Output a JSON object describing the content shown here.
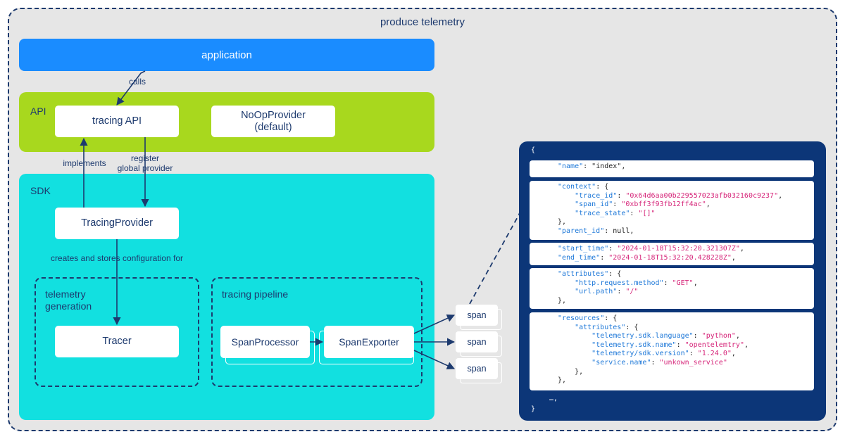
{
  "outer_title": "produce telemetry",
  "application_label": "application",
  "api": {
    "label": "API",
    "tracing_api": "tracing API",
    "noop_line1": "NoOpProvider",
    "noop_line2": "(default)"
  },
  "edges": {
    "calls": "calls",
    "implements": "implements",
    "register_line1": "register",
    "register_line2": "global provider",
    "creates": "creates and stores configuration for"
  },
  "sdk": {
    "label": "SDK",
    "tracing_provider": "TracingProvider",
    "telemetry_generation_line1": "telemetry",
    "telemetry_generation_line2": "generation",
    "tracer": "Tracer",
    "tracing_pipeline": "tracing pipeline",
    "span_processor": "SpanProcessor",
    "span_exporter": "SpanExporter"
  },
  "spans": [
    "span",
    "span",
    "span"
  ],
  "json": {
    "open_brace": "{",
    "close_brace": "}",
    "ellipsis": "…,",
    "colors": {
      "key": "#1e78d8",
      "string": "#d6267a",
      "panel": "#0c3678"
    },
    "cards": [
      {
        "lines": [
          [
            [
              "k",
              "\"name\""
            ],
            [
              "p",
              ": "
            ],
            [
              "p",
              "\"index\""
            ],
            [
              "p",
              ","
            ]
          ]
        ]
      },
      {
        "lines": [
          [
            [
              "k",
              "\"context\""
            ],
            [
              "p",
              ": {"
            ]
          ],
          [
            [
              "p",
              "    "
            ],
            [
              "k",
              "\"trace_id\""
            ],
            [
              "p",
              ": "
            ],
            [
              "s",
              "\"0x64d6aa00b229557023afb032160c9237\""
            ],
            [
              "p",
              ","
            ]
          ],
          [
            [
              "p",
              "    "
            ],
            [
              "k",
              "\"span_id\""
            ],
            [
              "p",
              ": "
            ],
            [
              "s",
              "\"0xbff3f93fb12ff4ac\""
            ],
            [
              "p",
              ","
            ]
          ],
          [
            [
              "p",
              "    "
            ],
            [
              "k",
              "\"trace_state\""
            ],
            [
              "p",
              ": "
            ],
            [
              "s",
              "\"[]\""
            ]
          ],
          [
            [
              "p",
              "},"
            ]
          ],
          [
            [
              "k",
              "\"parent_id\""
            ],
            [
              "p",
              ": null,"
            ]
          ]
        ]
      },
      {
        "lines": [
          [
            [
              "k",
              "\"start_time\""
            ],
            [
              "p",
              ": "
            ],
            [
              "s",
              "\"2024-01-18T15:32:20.321307Z\""
            ],
            [
              "p",
              ","
            ]
          ],
          [
            [
              "k",
              "\"end_time\""
            ],
            [
              "p",
              ": "
            ],
            [
              "s",
              "\"2024-01-18T15:32:20.428228Z\""
            ],
            [
              "p",
              ","
            ]
          ]
        ]
      },
      {
        "lines": [
          [
            [
              "k",
              "\"attributes\""
            ],
            [
              "p",
              ": {"
            ]
          ],
          [
            [
              "p",
              "    "
            ],
            [
              "k",
              "\"http.request.method\""
            ],
            [
              "p",
              ": "
            ],
            [
              "s",
              "\"GET\""
            ],
            [
              "p",
              ","
            ]
          ],
          [
            [
              "p",
              "    "
            ],
            [
              "k",
              "\"url.path\""
            ],
            [
              "p",
              ": "
            ],
            [
              "s",
              "\"/\""
            ]
          ],
          [
            [
              "p",
              "},"
            ]
          ]
        ]
      },
      {
        "lines": [
          [
            [
              "k",
              "\"resources\""
            ],
            [
              "p",
              ": {"
            ]
          ],
          [
            [
              "p",
              "    "
            ],
            [
              "k",
              "\"attributes\""
            ],
            [
              "p",
              ": {"
            ]
          ],
          [
            [
              "p",
              "        "
            ],
            [
              "k",
              "\"telemetry.sdk.language\""
            ],
            [
              "p",
              ": "
            ],
            [
              "s",
              "\"python\""
            ],
            [
              "p",
              ","
            ]
          ],
          [
            [
              "p",
              "        "
            ],
            [
              "k",
              "\"telemetry.sdk.name\""
            ],
            [
              "p",
              ": "
            ],
            [
              "s",
              "\"opentelemtry\""
            ],
            [
              "p",
              ","
            ]
          ],
          [
            [
              "p",
              "        "
            ],
            [
              "k",
              "\"telemetry/sdk.version\""
            ],
            [
              "p",
              ": "
            ],
            [
              "s",
              "\"1.24.0\""
            ],
            [
              "p",
              ","
            ]
          ],
          [
            [
              "p",
              "        "
            ],
            [
              "k",
              "\"service.name\""
            ],
            [
              "p",
              ": "
            ],
            [
              "s",
              "\"unkown_service\""
            ]
          ],
          [
            [
              "p",
              "    },"
            ]
          ],
          [
            [
              "p",
              "},"
            ]
          ]
        ]
      }
    ]
  }
}
